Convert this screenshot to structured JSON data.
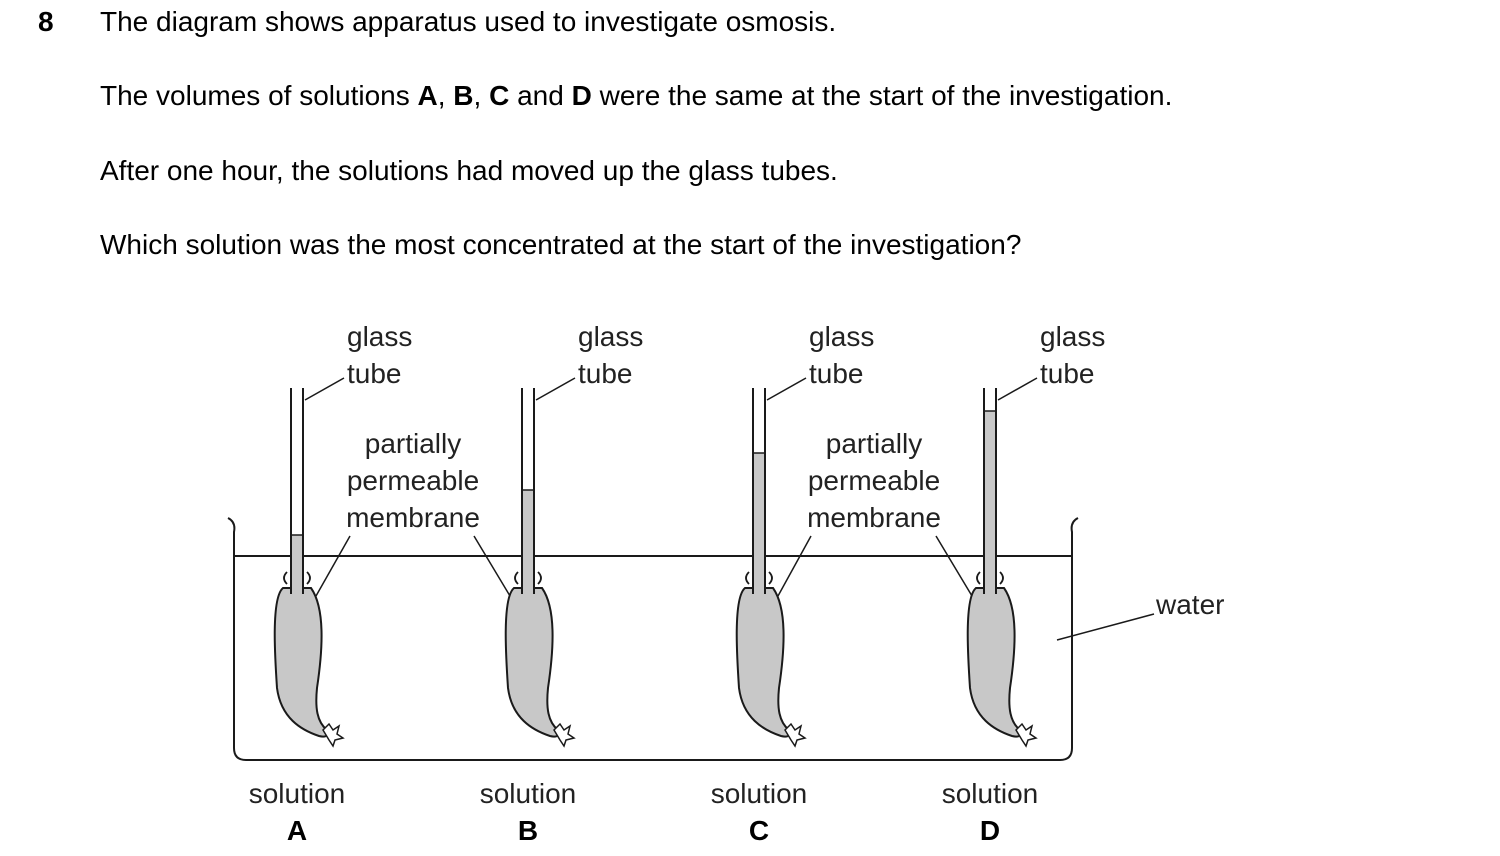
{
  "question": {
    "number": "8",
    "line1": "The diagram shows apparatus used to investigate osmosis.",
    "line2_a": "The volumes of solutions ",
    "line2_A": "A",
    "line2_sep1": ", ",
    "line2_B": "B",
    "line2_sep2": ", ",
    "line2_C": "C",
    "line2_and": " and ",
    "line2_D": "D",
    "line2_end": " were the same at the start of the investigation.",
    "line3": "After one hour, the solutions had moved up the glass tubes.",
    "line4": "Which solution was the most concentrated at the start of the investigation?"
  },
  "diagram": {
    "glass_tube_label_1": "glass",
    "glass_tube_label_2": "tube",
    "membrane_label_1": "partially",
    "membrane_label_2": "permeable",
    "membrane_label_3": "membrane",
    "water_label": "water",
    "solution_word": "solution",
    "apparatus": [
      {
        "letter": "A",
        "fill_level": "low"
      },
      {
        "letter": "B",
        "fill_level": "medium"
      },
      {
        "letter": "C",
        "fill_level": "high"
      },
      {
        "letter": "D",
        "fill_level": "highest"
      }
    ],
    "colors": {
      "solution": "#c8c8c8",
      "outline": "#1a1a1a"
    }
  }
}
